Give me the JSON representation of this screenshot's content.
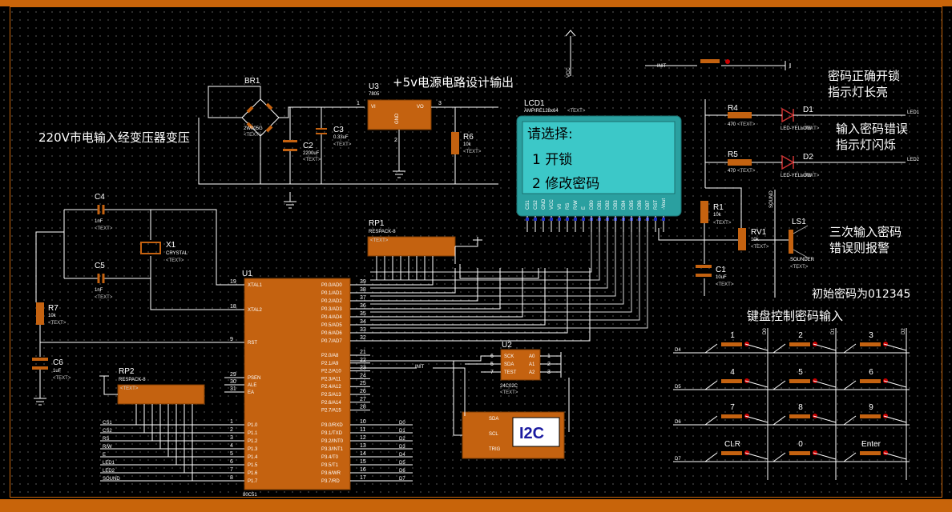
{
  "annotations": {
    "transformer": "220V市电输入经变压器变压",
    "power_supply": "+5v电源电路设计输出",
    "unlock_ok_1": "密码正确开锁",
    "unlock_ok_2": "指示灯长亮",
    "wrong_pw_1": "输入密码错误",
    "wrong_pw_2": "指示灯闪烁",
    "alarm_1": "三次输入密码",
    "alarm_2": "错误则报警",
    "initial_pw": "初始密码为012345",
    "keypad_title": "键盘控制密码输入"
  },
  "lcd": {
    "ref": "LCD1",
    "part": "AMPIRE128x64",
    "line1": "请选择:",
    "line2": "1 开锁",
    "line3": "2 修改密码"
  },
  "components": {
    "br1": "BR1",
    "br1_part": "2W005G",
    "u3": "U3",
    "u3_part": "7805",
    "u3_vi": "VI",
    "u3_vo": "VO",
    "u3_gnd": "GND",
    "c2": "C2",
    "c2_val": "2200uF",
    "c3": "C3",
    "c3_val": "0.33uF",
    "r6": "R6",
    "r6_val": "10k",
    "c4": "C4",
    "c4_val": "1nF",
    "c5": "C5",
    "c5_val": "1nF",
    "x1": "X1",
    "x1_part": "CRYSTAL",
    "r7": "R7",
    "r7_val": "10k",
    "c6": "C6",
    "c6_val": "1uF",
    "u1": "U1",
    "u1_part": "80C51",
    "rp1": "RP1",
    "rp1_part": "RESPACK-8",
    "rp2": "RP2",
    "rp2_part": "RESPACK-8",
    "u2": "U2",
    "u2_part": "24C02C",
    "r4": "R4",
    "r4_val": "470",
    "r5": "R5",
    "r5_val": "470",
    "d1": "D1",
    "d1_part": "LED-YELLOW",
    "d2": "D2",
    "d2_part": "LED-YELLOW",
    "r1": "R1",
    "r1_val": "10k",
    "rv1": "RV1",
    "rv1_val": "10k",
    "c1": "C1",
    "c1_val": "10uF",
    "ls1": "LS1",
    "ls1_part": "SOUNDER",
    "i2c": "I2C",
    "vcc": "VCC",
    "init": "INIT",
    "tbd": "<TEXT>"
  },
  "u1_pins_left": [
    {
      "num": "19",
      "name": "XTAL1"
    },
    {
      "num": "18",
      "name": "XTAL2"
    },
    {
      "num": "9",
      "name": "RST"
    },
    {
      "num": "29",
      "name": "PSEN"
    },
    {
      "num": "30",
      "name": "ALE"
    },
    {
      "num": "31",
      "name": "EA"
    },
    {
      "num": "1",
      "name": "P1.0"
    },
    {
      "num": "2",
      "name": "P1.1"
    },
    {
      "num": "3",
      "name": "P1.2"
    },
    {
      "num": "4",
      "name": "P1.3"
    },
    {
      "num": "5",
      "name": "P1.4"
    },
    {
      "num": "6",
      "name": "P1.5"
    },
    {
      "num": "7",
      "name": "P1.6"
    },
    {
      "num": "8",
      "name": "P1.7"
    }
  ],
  "u1_pins_right_p0": [
    {
      "num": "39",
      "name": "P0.0/AD0"
    },
    {
      "num": "38",
      "name": "P0.1/AD1"
    },
    {
      "num": "37",
      "name": "P0.2/AD2"
    },
    {
      "num": "36",
      "name": "P0.3/AD3"
    },
    {
      "num": "35",
      "name": "P0.4/AD4"
    },
    {
      "num": "34",
      "name": "P0.5/AD5"
    },
    {
      "num": "33",
      "name": "P0.6/AD6"
    },
    {
      "num": "32",
      "name": "P0.7/AD7"
    }
  ],
  "u1_pins_right_p2": [
    {
      "num": "21",
      "name": "P2.0/A8"
    },
    {
      "num": "22",
      "name": "P2.1/A9"
    },
    {
      "num": "23",
      "name": "P2.2/A10"
    },
    {
      "num": "24",
      "name": "P2.3/A11"
    },
    {
      "num": "25",
      "name": "P2.4/A12"
    },
    {
      "num": "26",
      "name": "P2.5/A13"
    },
    {
      "num": "27",
      "name": "P2.6/A14"
    },
    {
      "num": "28",
      "name": "P2.7/A15"
    }
  ],
  "u1_pins_right_p3": [
    {
      "num": "10",
      "name": "P3.0/RXD",
      "net": "D0"
    },
    {
      "num": "11",
      "name": "P3.1/TXD",
      "net": "D1"
    },
    {
      "num": "12",
      "name": "P3.2/INT0",
      "net": "D2"
    },
    {
      "num": "13",
      "name": "P3.3/INT1",
      "net": "D3"
    },
    {
      "num": "14",
      "name": "P3.4/T0",
      "net": "D4"
    },
    {
      "num": "15",
      "name": "P3.5/T1",
      "net": "D5"
    },
    {
      "num": "16",
      "name": "P3.6/WR",
      "net": "D6"
    },
    {
      "num": "17",
      "name": "P3.7/RD",
      "net": "D7"
    }
  ],
  "p1_nets": [
    "CS1",
    "CS2",
    "RS",
    "R/W",
    "E",
    "LED1",
    "LED2",
    "SOUND"
  ],
  "u2_pins": [
    {
      "num": "6",
      "name": "SCK",
      "right": "A0",
      "rnum": "1"
    },
    {
      "num": "5",
      "name": "SDA",
      "right": "A1",
      "rnum": "2"
    },
    {
      "num": "7",
      "name": "TEST",
      "right": "A2",
      "rnum": "3"
    }
  ],
  "i2c_pins": [
    "SDA",
    "SCL",
    "TRIG"
  ],
  "lcd_pins": [
    "CS1",
    "CS2",
    "GND",
    "VCC",
    "V0",
    "RS",
    "R/W",
    "E",
    "DB0",
    "DB1",
    "DB2",
    "DB3",
    "DB4",
    "DB5",
    "DB6",
    "DB7",
    "RST",
    "-Vout"
  ],
  "keypad": {
    "keys": [
      "1",
      "2",
      "3",
      "4",
      "5",
      "6",
      "7",
      "8",
      "9",
      "CLR",
      "0",
      "Enter"
    ],
    "row_nets": [
      "D4",
      "D5",
      "D6",
      "D7"
    ],
    "col_nets": [
      "D0",
      "D1",
      "D2"
    ]
  },
  "led_nets": [
    "LED1",
    "LED2"
  ],
  "sound_net": "SOUND",
  "colors": {
    "background": "#000000",
    "frame": "#c8640a",
    "component": "#c46210",
    "lcd_screen": "#3cc8c8",
    "wire": "#ffffff"
  }
}
